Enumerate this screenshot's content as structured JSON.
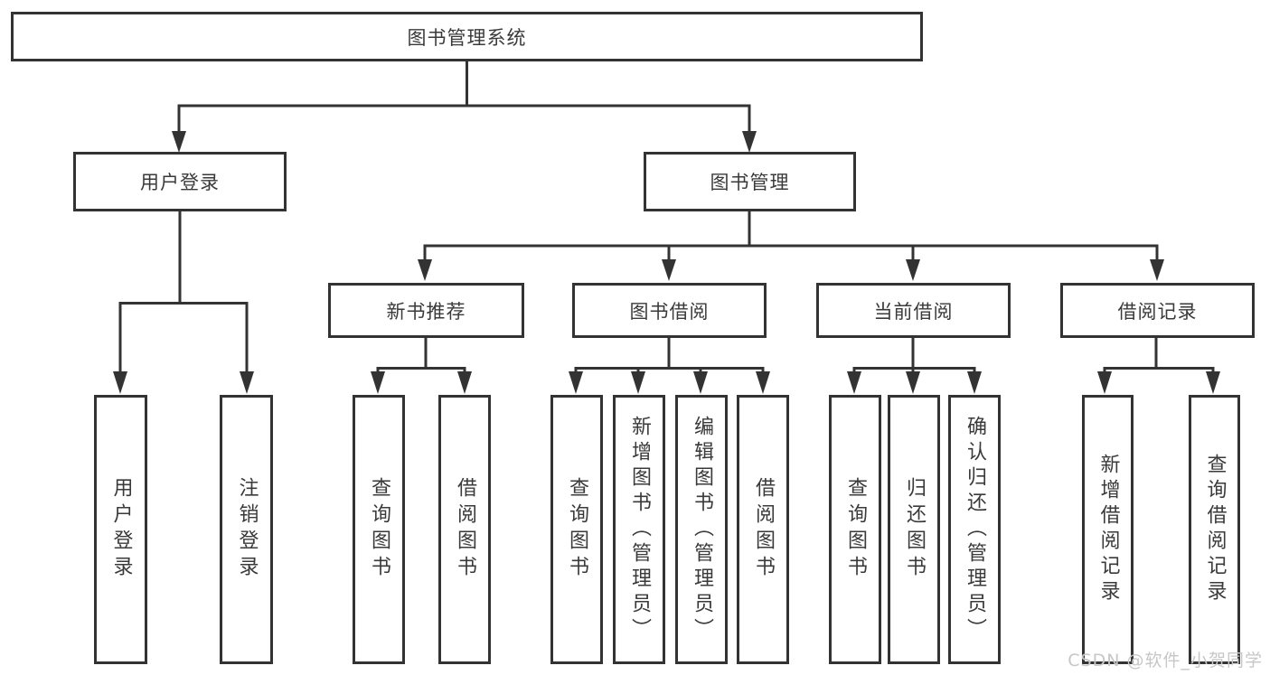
{
  "page": {
    "background_color": "#ffffff",
    "line_color": "#333333",
    "text_color": "#3a3a3a",
    "watermark_color": "#c7c7c7"
  },
  "watermark": {
    "text": "CSDN @软件_小贺同学"
  },
  "diagram": {
    "type": "hierarchy-tree",
    "root": {
      "label": "图书管理系统"
    },
    "branches": [
      {
        "label": "用户登录",
        "leaves": [
          "用户登录",
          "注销登录"
        ]
      },
      {
        "label": "图书管理",
        "children": [
          {
            "label": "新书推荐",
            "leaves": [
              "查询图书",
              "借阅图书"
            ]
          },
          {
            "label": "图书借阅",
            "leaves": [
              "查询图书",
              "新增图书（管理员）",
              "编辑图书（管理员）",
              "借阅图书"
            ]
          },
          {
            "label": "当前借阅",
            "leaves": [
              "查询图书",
              "归还图书",
              "确认归还（管理员）"
            ]
          },
          {
            "label": "借阅记录",
            "leaves": [
              "新增借阅记录",
              "查询借阅记录"
            ]
          }
        ]
      }
    ]
  }
}
